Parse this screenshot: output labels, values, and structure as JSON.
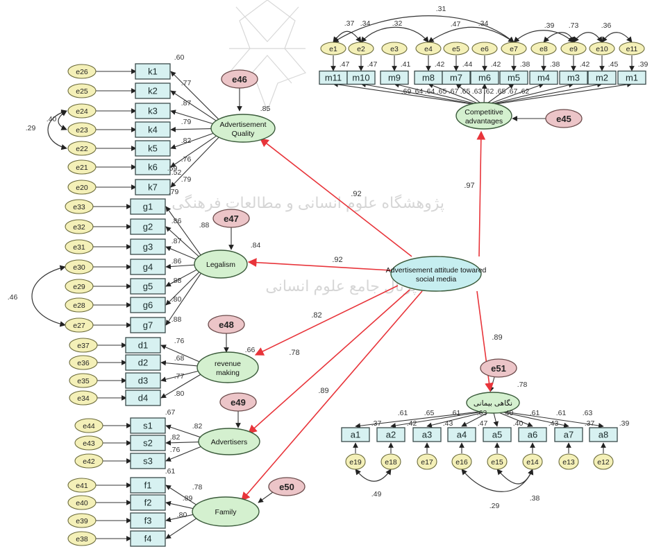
{
  "watermark": {
    "line1": "پژوهشگاه علوم انسانی و مطالعات فرهنگی",
    "line2": "پرتال جامع علوم انسانی"
  },
  "central": {
    "label1": "Advertisement attitude towared",
    "label2": "social media"
  },
  "latents": {
    "quality": {
      "label1": "Advertisement",
      "label2": "Quality",
      "r2": ".85",
      "path": ".92",
      "dist": "e46"
    },
    "legalism": {
      "label1": "Legalism",
      "r2": ".84",
      "path": ".92",
      "dist": "e47"
    },
    "revenue": {
      "label1": "revenue",
      "label2": "making",
      "r2": ".66",
      "path": ".82",
      "dist": "e48"
    },
    "advertisers": {
      "label1": "Advertisers",
      "path": ".78",
      "dist": "e49"
    },
    "family": {
      "label1": "Family",
      "path": ".89",
      "dist": "e50"
    },
    "competitive": {
      "label1": "Competitive",
      "label2": "advantages",
      "path": ".97",
      "dist": "e45"
    },
    "social": {
      "label1": "نگاهی بیمانی",
      "r2": ".78",
      "path": ".89",
      "dist": "e51"
    }
  },
  "k_items": {
    "boxes": [
      "k1",
      "k2",
      "k3",
      "k4",
      "k5",
      "k6",
      "k7"
    ],
    "errors": [
      "e26",
      "e25",
      "e24",
      "e23",
      "e22",
      "e21",
      "e20"
    ],
    "loadings": [
      ".60",
      ".77",
      ".87",
      ".79",
      ".82",
      ".76",
      ".79"
    ],
    "extra": [
      ".59",
      ".52",
      ".79"
    ],
    "cov": [
      ".29",
      ".40"
    ]
  },
  "g_items": {
    "boxes": [
      "g1",
      "g2",
      "g3",
      "g4",
      "g5",
      "g6",
      "g7"
    ],
    "errors": [
      "e33",
      "e32",
      "e31",
      "e30",
      "e29",
      "e28",
      "e27"
    ],
    "loadings": [
      ".88",
      ".86",
      ".87",
      ".86",
      ".88",
      ".80",
      ".88"
    ],
    "cov": ".46"
  },
  "d_items": {
    "boxes": [
      "d1",
      "d2",
      "d3",
      "d4"
    ],
    "errors": [
      "e37",
      "e36",
      "e35",
      "e34"
    ],
    "loadings": [
      ".76",
      ".68",
      ".77",
      ".80"
    ]
  },
  "s_items": {
    "boxes": [
      "s1",
      "s2",
      "s3"
    ],
    "errors": [
      "e44",
      "e43",
      "e42"
    ],
    "loadings": [
      ".67",
      ".82",
      ".82",
      ".76",
      ".61"
    ]
  },
  "f_items": {
    "boxes": [
      "f1",
      "f2",
      "f3",
      "f4"
    ],
    "errors": [
      "e41",
      "e40",
      "e39",
      "e38"
    ],
    "loadings": [
      ".78",
      ".89",
      ".80"
    ]
  },
  "m_items": {
    "boxes": [
      "m11",
      "m10",
      "m9",
      "m8",
      "m7",
      "m6",
      "m5",
      "m4",
      "m3",
      "m2",
      "m1"
    ],
    "errors": [
      "e1",
      "e2",
      "e3",
      "e4",
      "e5",
      "e6",
      "e7",
      "e8",
      "e9",
      "e10",
      "e11"
    ],
    "top": [
      ".47",
      ".47",
      ".41",
      ".42",
      ".44",
      ".42",
      ".38",
      ".38",
      ".42",
      ".45",
      ".39"
    ],
    "loadings": [
      ".69",
      ".64",
      ".64",
      ".65",
      ".67",
      ".65",
      ".63",
      ".62",
      ".65",
      ".67",
      ".62"
    ],
    "cov": [
      ".31",
      ".37",
      ".34",
      ".32",
      ".47",
      ".34",
      ".39",
      ".73",
      ".36"
    ]
  },
  "a_items": {
    "boxes": [
      "a1",
      "a2",
      "a3",
      "a4",
      "a5",
      "a6",
      "a7",
      "a8"
    ],
    "errors": [
      "e19",
      "e18",
      "e17",
      "e16",
      "e15",
      "e14",
      "e13",
      "e12"
    ],
    "loadings": [
      ".61",
      ".65",
      ".61",
      ".63",
      ".40",
      ".61",
      ".61",
      ".63"
    ],
    "top": [
      ".37",
      ".42",
      ".43",
      ".47",
      ".40",
      ".43",
      ".37",
      ".39"
    ],
    "cov": [
      ".49",
      ".29",
      ".38"
    ]
  }
}
